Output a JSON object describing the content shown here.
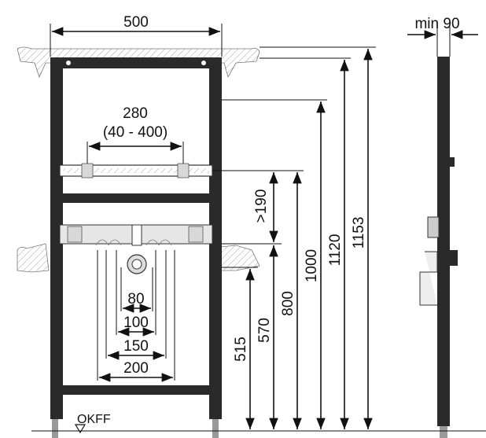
{
  "dimensions": {
    "width_500": "500",
    "min_depth": "min 90",
    "rail_span": "280",
    "rail_range": "(40 - 400)",
    "gt_190": ">190",
    "h_1153": "1153",
    "h_1120": "1120",
    "h_1000": "1000",
    "h_800": "800",
    "h_570": "570",
    "h_515": "515",
    "w_80": "80",
    "w_100": "100",
    "w_150": "150",
    "w_200": "200"
  },
  "floor_label": "OKFF",
  "colors": {
    "frame": "#2a2a2a",
    "line": "#111111",
    "gray": "#9a9a9a"
  }
}
